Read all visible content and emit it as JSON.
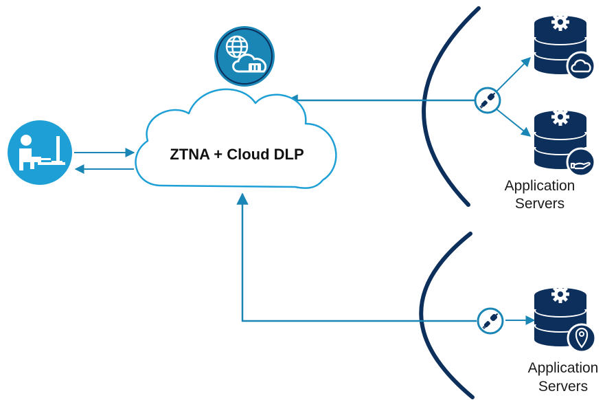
{
  "cloud": {
    "label": "ZTNA + Cloud DLP"
  },
  "server_groups": [
    {
      "label_line1": "Application",
      "label_line2": "Servers"
    },
    {
      "label_line1": "Application",
      "label_line2": "Servers"
    }
  ],
  "icons": {
    "user": "user-at-computer-icon",
    "cloud_service": "globe-cloud-icon",
    "connector": "connector-plug-icon",
    "server": "database-server-icon",
    "cloud_badge": "cloud-badge-icon",
    "hand_badge": "hand-badge-icon",
    "location_badge": "location-pin-icon"
  },
  "colors": {
    "navy": "#0d2f5c",
    "teal": "#1a86b5",
    "light_blue": "#1e9fd6",
    "arrow": "#1a86b5",
    "cloud_stroke": "#1e9fd6"
  }
}
